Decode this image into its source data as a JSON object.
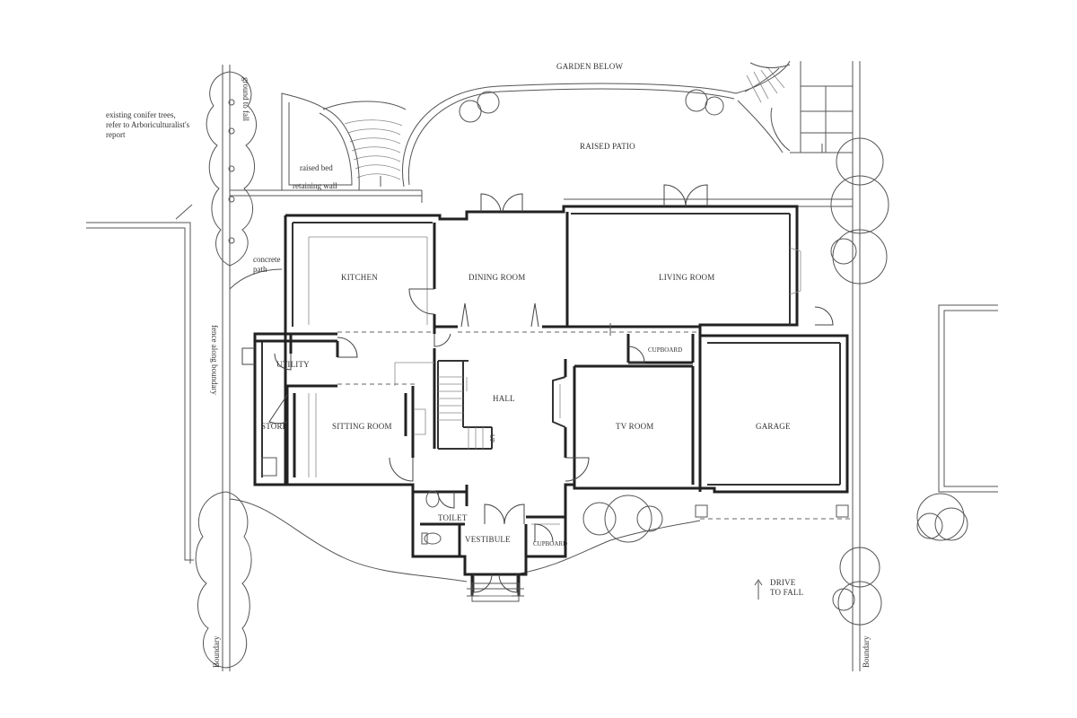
{
  "rooms": {
    "kitchen": "KITCHEN",
    "dining": "DINING ROOM",
    "living": "LIVING ROOM",
    "utility": "UTILITY",
    "hall": "HALL",
    "sitting": "SITTING ROOM",
    "store": "STORE",
    "tv": "TV ROOM",
    "garage": "GARAGE",
    "toilet": "TOILET",
    "vestibule": "VESTIBULE",
    "cupboard_upper": "CUPBOARD",
    "cupboard_lower": "CUPBOARD"
  },
  "labels": {
    "garden_below": "GARDEN BELOW",
    "raised_patio": "RAISED PATIO",
    "raised_bed": "raised bed",
    "retaining_wall": "retaining wall",
    "concrete_path_1": "concrete",
    "concrete_path_2": "path",
    "conifer_1": "existing conifer trees,",
    "conifer_2": "refer to Arboriculturalist's",
    "conifer_3": "report",
    "ground_to_fall": "ground to fall",
    "fence_along_boundary": "fence along boundary",
    "boundary_left": "Boundary",
    "boundary_right": "Boundary",
    "drive_1": "DRIVE",
    "drive_2": "TO FALL",
    "stair_up": "UP"
  }
}
